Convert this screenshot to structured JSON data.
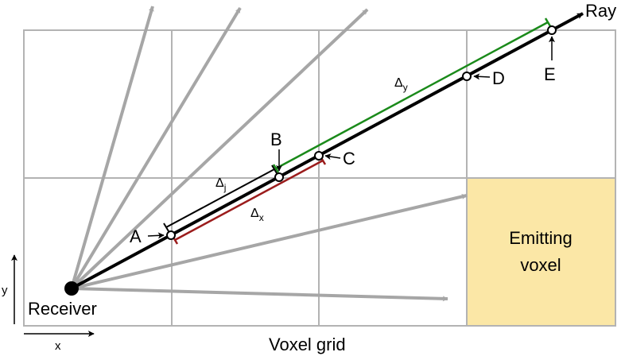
{
  "diagram": {
    "ray_label": "Ray",
    "receiver_label": "Receiver",
    "grid_label": "Voxel grid",
    "emitting_label_line1": "Emitting",
    "emitting_label_line2": "voxel",
    "points": {
      "a": "A",
      "b": "B",
      "c": "C",
      "d": "D",
      "e": "E"
    },
    "delta_symbol": "Δ",
    "delta_j_sub": "j",
    "delta_x_sub": "x",
    "delta_y_sub": "y",
    "axis_x": "x",
    "axis_y": "y",
    "colors": {
      "grid": "#b3b3b3",
      "ray": "#000000",
      "gray_rays": "#a6a6a6",
      "emitting_voxel": "#fbe7a6",
      "delta_y_segment": "#1a8a1a",
      "delta_x_segment": "#9b1c1c",
      "delta_j_segment": "#000000"
    }
  }
}
